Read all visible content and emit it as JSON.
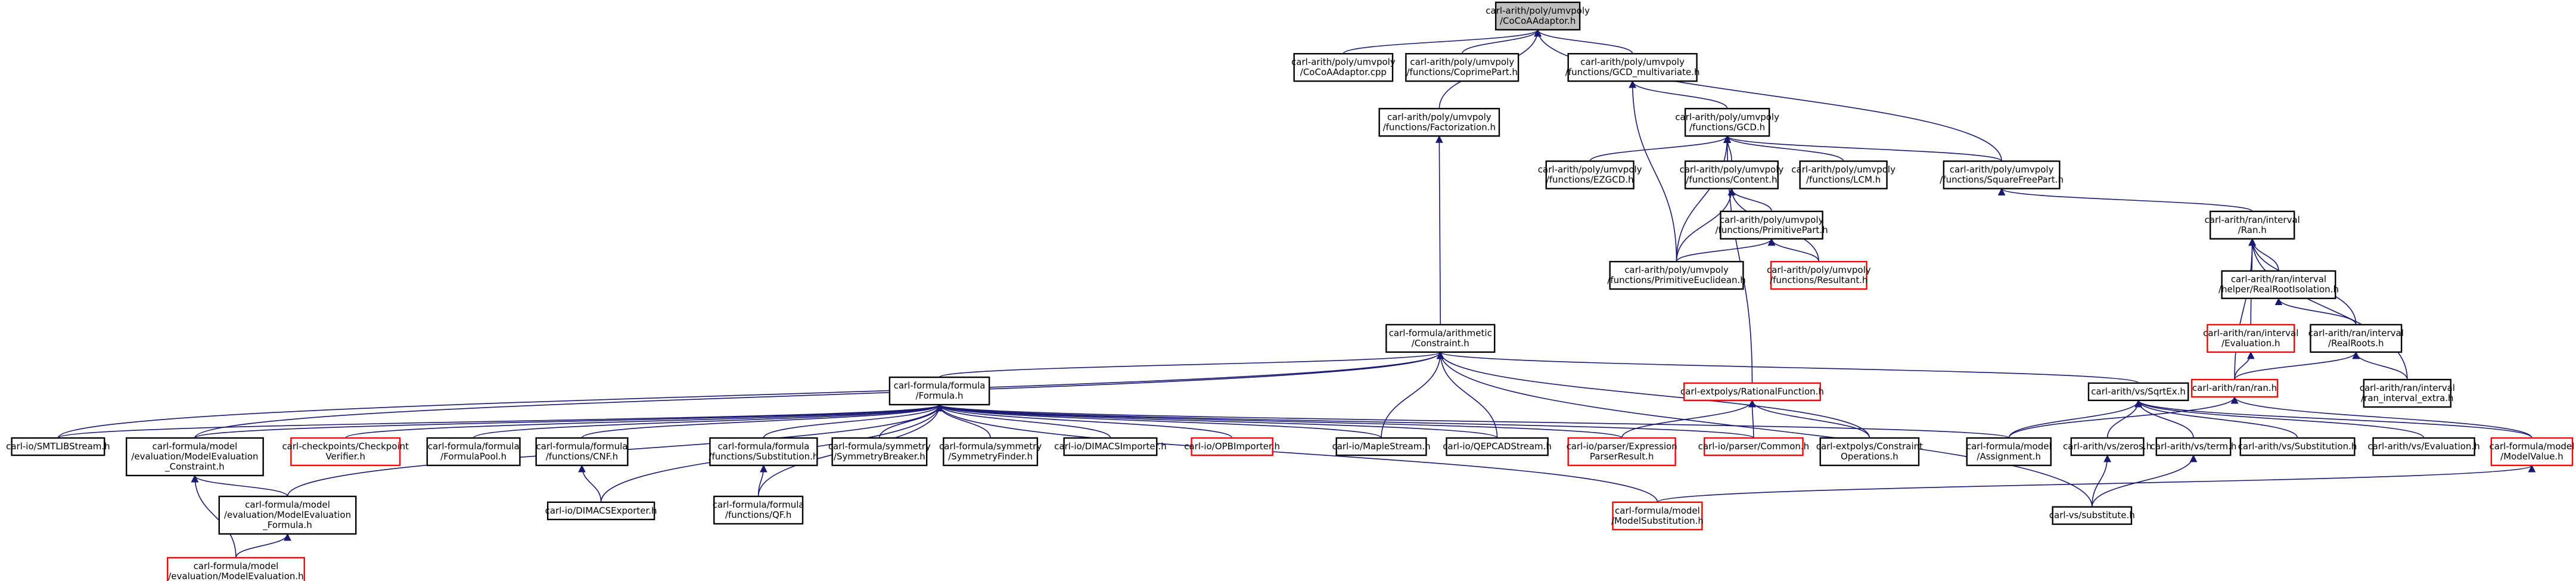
{
  "colors": {
    "edge": "#191970",
    "node_border_black": "#000000",
    "node_border_red": "#ff0000",
    "node_fill": "#ffffff",
    "root_fill": "#bfbfbf",
    "text": "#000000"
  },
  "nodes": [
    {
      "id": "root",
      "lines": [
        "carl-arith/poly/umvpoly",
        "/CoCoAAdaptor.h"
      ],
      "border": "black",
      "root": true
    },
    {
      "id": "cocoa_cpp",
      "lines": [
        "carl-arith/poly/umvpoly",
        "/CoCoAAdaptor.cpp"
      ],
      "border": "black"
    },
    {
      "id": "coprime",
      "lines": [
        "carl-arith/poly/umvpoly",
        "/functions/CoprimePart.h"
      ],
      "border": "black"
    },
    {
      "id": "gcd_multi",
      "lines": [
        "carl-arith/poly/umvpoly",
        "/functions/GCD_multivariate.h"
      ],
      "border": "black"
    },
    {
      "id": "factorization",
      "lines": [
        "carl-arith/poly/umvpoly",
        "/functions/Factorization.h"
      ],
      "border": "black"
    },
    {
      "id": "gcd",
      "lines": [
        "carl-arith/poly/umvpoly",
        "/functions/GCD.h"
      ],
      "border": "black"
    },
    {
      "id": "ezgcd",
      "lines": [
        "carl-arith/poly/umvpoly",
        "/functions/EZGCD.h"
      ],
      "border": "black"
    },
    {
      "id": "content",
      "lines": [
        "carl-arith/poly/umvpoly",
        "/functions/Content.h"
      ],
      "border": "black"
    },
    {
      "id": "lcm",
      "lines": [
        "carl-arith/poly/umvpoly",
        "/functions/LCM.h"
      ],
      "border": "black"
    },
    {
      "id": "squarefree",
      "lines": [
        "carl-arith/poly/umvpoly",
        "/functions/SquareFreePart.h"
      ],
      "border": "black"
    },
    {
      "id": "primitivepart",
      "lines": [
        "carl-arith/poly/umvpoly",
        "/functions/PrimitivePart.h"
      ],
      "border": "black"
    },
    {
      "id": "primeuclid",
      "lines": [
        "carl-arith/poly/umvpoly",
        "/functions/PrimitiveEuclidean.h"
      ],
      "border": "black"
    },
    {
      "id": "resultant",
      "lines": [
        "carl-arith/poly/umvpoly",
        "/functions/Resultant.h"
      ],
      "border": "red"
    },
    {
      "id": "ran",
      "lines": [
        "carl-arith/ran/interval",
        "/Ran.h"
      ],
      "border": "black"
    },
    {
      "id": "realrootiso",
      "lines": [
        "carl-arith/ran/interval",
        "/helper/RealRootIsolation.h"
      ],
      "border": "black"
    },
    {
      "id": "evaluation",
      "lines": [
        "carl-arith/ran/interval",
        "/Evaluation.h"
      ],
      "border": "red"
    },
    {
      "id": "realroots",
      "lines": [
        "carl-arith/ran/interval",
        "/RealRoots.h"
      ],
      "border": "black"
    },
    {
      "id": "ranh",
      "lines": [
        "carl-arith/ran/ran.h"
      ],
      "border": "red"
    },
    {
      "id": "ranextra",
      "lines": [
        "carl-arith/ran/interval",
        "/ran_interval_extra.h"
      ],
      "border": "black"
    },
    {
      "id": "constraint",
      "lines": [
        "carl-formula/arithmetic",
        "/Constraint.h"
      ],
      "border": "black"
    },
    {
      "id": "formula",
      "lines": [
        "carl-formula/formula",
        "/Formula.h"
      ],
      "border": "black"
    },
    {
      "id": "ratfunc",
      "lines": [
        "carl-extpolys/RationalFunction.h"
      ],
      "border": "red"
    },
    {
      "id": "sqrtex",
      "lines": [
        "carl-arith/vs/SqrtEx.h"
      ],
      "border": "black"
    },
    {
      "id": "smtlib",
      "lines": [
        "carl-io/SMTLIBStream.h"
      ],
      "border": "black"
    },
    {
      "id": "meconstraint",
      "lines": [
        "carl-formula/model",
        "/evaluation/ModelEvaluation",
        "_Constraint.h"
      ],
      "border": "black"
    },
    {
      "id": "checkpoint",
      "lines": [
        "carl-checkpoints/Checkpoint",
        "Verifier.h"
      ],
      "border": "red"
    },
    {
      "id": "formulapool",
      "lines": [
        "carl-formula/formula",
        "/FormulaPool.h"
      ],
      "border": "black"
    },
    {
      "id": "cnf",
      "lines": [
        "carl-formula/formula",
        "/functions/CNF.h"
      ],
      "border": "black"
    },
    {
      "id": "substitution",
      "lines": [
        "carl-formula/formula",
        "/functions/Substitution.h"
      ],
      "border": "black"
    },
    {
      "id": "symbreaker",
      "lines": [
        "carl-formula/symmetry",
        "/SymmetryBreaker.h"
      ],
      "border": "black"
    },
    {
      "id": "symfinder",
      "lines": [
        "carl-formula/symmetry",
        "/SymmetryFinder.h"
      ],
      "border": "black"
    },
    {
      "id": "dimacsimp",
      "lines": [
        "carl-io/DIMACSImporter.h"
      ],
      "border": "black"
    },
    {
      "id": "opbimp",
      "lines": [
        "carl-io/OPBImporter.h"
      ],
      "border": "red"
    },
    {
      "id": "maple",
      "lines": [
        "carl-io/MapleStream.h"
      ],
      "border": "black"
    },
    {
      "id": "qepcad",
      "lines": [
        "carl-io/QEPCADStream.h"
      ],
      "border": "black"
    },
    {
      "id": "exprparser",
      "lines": [
        "carl-io/parser/Expression",
        "ParserResult.h"
      ],
      "border": "red"
    },
    {
      "id": "common",
      "lines": [
        "carl-io/parser/Common.h"
      ],
      "border": "red"
    },
    {
      "id": "constrops",
      "lines": [
        "carl-extpolys/Constraint",
        "Operations.h"
      ],
      "border": "black"
    },
    {
      "id": "assignment",
      "lines": [
        "carl-formula/model",
        "/Assignment.h"
      ],
      "border": "black"
    },
    {
      "id": "zeros",
      "lines": [
        "carl-arith/vs/zeros.h"
      ],
      "border": "black"
    },
    {
      "id": "term",
      "lines": [
        "carl-arith/vs/term.h"
      ],
      "border": "black"
    },
    {
      "id": "vssubst",
      "lines": [
        "carl-arith/vs/Substitution.h"
      ],
      "border": "black"
    },
    {
      "id": "vseval",
      "lines": [
        "carl-arith/vs/Evaluation.h"
      ],
      "border": "black"
    },
    {
      "id": "modelvalue",
      "lines": [
        "carl-formula/model",
        "/ModelValue.h"
      ],
      "border": "red"
    },
    {
      "id": "meformula",
      "lines": [
        "carl-formula/model",
        "/evaluation/ModelEvaluation",
        "_Formula.h"
      ],
      "border": "black"
    },
    {
      "id": "dimacsexp",
      "lines": [
        "carl-io/DIMACSExporter.h"
      ],
      "border": "black"
    },
    {
      "id": "qf",
      "lines": [
        "carl-formula/formula",
        "/functions/QF.h"
      ],
      "border": "black"
    },
    {
      "id": "modelsubst",
      "lines": [
        "carl-formula/model",
        "/ModelSubstitution.h"
      ],
      "border": "red"
    },
    {
      "id": "vssubstitute",
      "lines": [
        "carl-vs/substitute.h"
      ],
      "border": "black"
    },
    {
      "id": "modeleval",
      "lines": [
        "carl-formula/model",
        "/evaluation/ModelEvaluation.h"
      ],
      "border": "red"
    }
  ],
  "edges": [
    [
      "root",
      "cocoa_cpp"
    ],
    [
      "root",
      "coprime"
    ],
    [
      "root",
      "gcd_multi"
    ],
    [
      "root",
      "factorization"
    ],
    [
      "root",
      "squarefree"
    ],
    [
      "gcd_multi",
      "gcd"
    ],
    [
      "gcd_multi",
      "primeuclid"
    ],
    [
      "factorization",
      "constraint"
    ],
    [
      "gcd",
      "ezgcd"
    ],
    [
      "gcd",
      "content"
    ],
    [
      "gcd",
      "lcm"
    ],
    [
      "gcd",
      "squarefree"
    ],
    [
      "gcd",
      "primeuclid"
    ],
    [
      "gcd",
      "ratfunc"
    ],
    [
      "content",
      "primitivepart"
    ],
    [
      "content",
      "primeuclid"
    ],
    [
      "content",
      "resultant"
    ],
    [
      "primitivepart",
      "primeuclid"
    ],
    [
      "primitivepart",
      "resultant"
    ],
    [
      "squarefree",
      "ran"
    ],
    [
      "ran",
      "realrootiso"
    ],
    [
      "ran",
      "evaluation"
    ],
    [
      "ran",
      "realroots"
    ],
    [
      "ran",
      "ranh"
    ],
    [
      "ran",
      "ranextra"
    ],
    [
      "realrootiso",
      "realroots"
    ],
    [
      "evaluation",
      "ranh"
    ],
    [
      "realroots",
      "ranh"
    ],
    [
      "realroots",
      "ranextra"
    ],
    [
      "ranh",
      "assignment"
    ],
    [
      "ranh",
      "modelvalue"
    ],
    [
      "constraint",
      "formula"
    ],
    [
      "constraint",
      "smtlib"
    ],
    [
      "constraint",
      "meconstraint"
    ],
    [
      "constraint",
      "sqrtex"
    ],
    [
      "constraint",
      "maple"
    ],
    [
      "constraint",
      "qepcad"
    ],
    [
      "constraint",
      "constrops"
    ],
    [
      "constraint",
      "vssubstitute"
    ],
    [
      "formula",
      "smtlib"
    ],
    [
      "formula",
      "meconstraint"
    ],
    [
      "formula",
      "checkpoint"
    ],
    [
      "formula",
      "formulapool"
    ],
    [
      "formula",
      "cnf"
    ],
    [
      "formula",
      "substitution"
    ],
    [
      "formula",
      "symbreaker"
    ],
    [
      "formula",
      "symfinder"
    ],
    [
      "formula",
      "dimacsimp"
    ],
    [
      "formula",
      "opbimp"
    ],
    [
      "formula",
      "maple"
    ],
    [
      "formula",
      "qepcad"
    ],
    [
      "formula",
      "exprparser"
    ],
    [
      "formula",
      "common"
    ],
    [
      "formula",
      "assignment"
    ],
    [
      "formula",
      "meformula"
    ],
    [
      "formula",
      "dimacsexp"
    ],
    [
      "formula",
      "qf"
    ],
    [
      "formula",
      "modelsubst"
    ],
    [
      "ratfunc",
      "exprparser"
    ],
    [
      "ratfunc",
      "common"
    ],
    [
      "ratfunc",
      "constrops"
    ],
    [
      "sqrtex",
      "assignment"
    ],
    [
      "sqrtex",
      "zeros"
    ],
    [
      "sqrtex",
      "term"
    ],
    [
      "sqrtex",
      "vssubst"
    ],
    [
      "sqrtex",
      "vseval"
    ],
    [
      "sqrtex",
      "modelvalue"
    ],
    [
      "zeros",
      "vssubstitute"
    ],
    [
      "term",
      "vssubstitute"
    ],
    [
      "modelvalue",
      "modelsubst"
    ],
    [
      "meconstraint",
      "meformula"
    ],
    [
      "meconstraint",
      "modeleval"
    ],
    [
      "meformula",
      "modeleval"
    ],
    [
      "cnf",
      "dimacsexp"
    ],
    [
      "substitution",
      "qf"
    ]
  ]
}
